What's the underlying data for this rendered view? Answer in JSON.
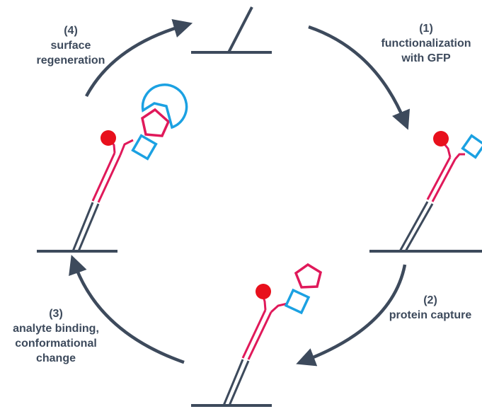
{
  "colors": {
    "arrow": "#3d4a5c",
    "surface": "#3d4a5c",
    "strand_red": "#e0195a",
    "dye_red": "#e8101c",
    "protein_blue": "#1ba1e2",
    "label_text": "#3d4a5c"
  },
  "steps": [
    {
      "number": "(1)",
      "lines": [
        "functionalization",
        "with GFP"
      ]
    },
    {
      "number": "(2)",
      "lines": [
        "protein capture"
      ]
    },
    {
      "number": "(3)",
      "lines": [
        "analyte binding,",
        "conformational",
        "change"
      ]
    },
    {
      "number": "(4)",
      "lines": [
        "surface",
        "regeneration"
      ]
    }
  ],
  "icons": [
    "surface-line-icon",
    "dna-linker-icon",
    "dye-ball-icon",
    "square-tag-icon",
    "pentagon-protein-icon",
    "pacman-analyte-icon",
    "cycle-arrow-icon"
  ]
}
